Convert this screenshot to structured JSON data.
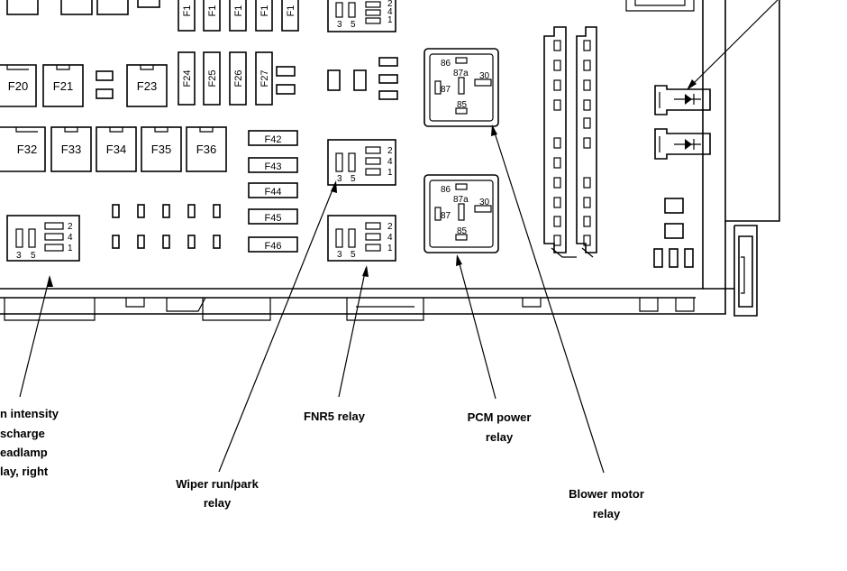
{
  "fuses_top_partial": [
    "F1",
    "F1",
    "F1",
    "F1",
    "F1"
  ],
  "fuses_row_f20": [
    "F20",
    "F21"
  ],
  "fuse_f23": "F23",
  "fuses_vertical": [
    "F24",
    "F25",
    "F26",
    "F27"
  ],
  "fuses_row_f32": [
    "F32",
    "F33",
    "F34",
    "F35",
    "F36"
  ],
  "mini_fuses": [
    "F42",
    "F43",
    "F44",
    "F45",
    "F46"
  ],
  "relay_pins_small": {
    "p2": "2",
    "p4": "4",
    "p1": "1",
    "p3": "3",
    "p5": "5"
  },
  "relay_pins_large": {
    "p86": "86",
    "p87a": "87a",
    "p87": "87",
    "p30": "30",
    "p85": "85"
  },
  "callouts": {
    "hid_relay": [
      "n intensity",
      "scharge",
      "eadlamp",
      "lay, right"
    ],
    "wiper_relay": [
      "Wiper run/park",
      "relay"
    ],
    "fnr5_relay": [
      "FNR5 relay"
    ],
    "pcm_relay": [
      "PCM power",
      "relay"
    ],
    "blower_relay": [
      "Blower motor",
      "relay"
    ]
  }
}
